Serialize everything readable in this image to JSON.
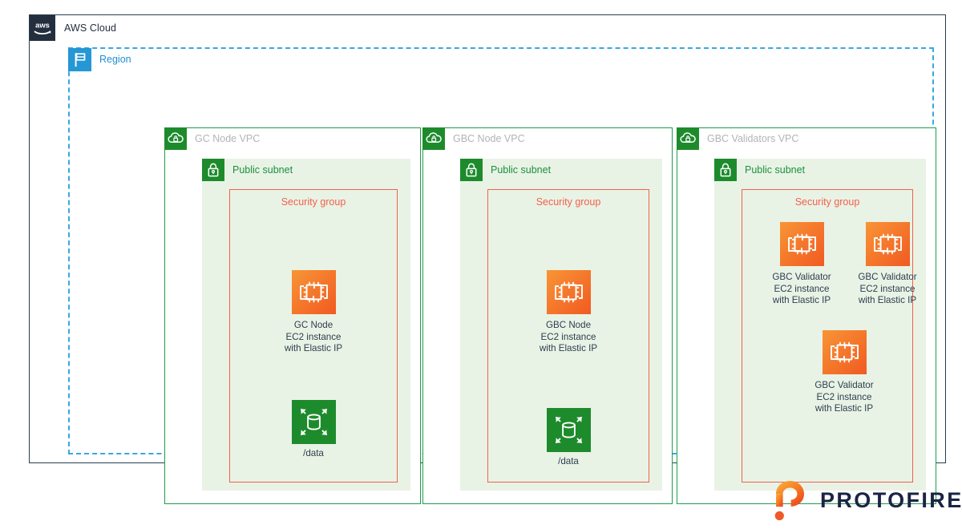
{
  "diagram": {
    "title": "AWS Cloud architecture diagram",
    "colors": {
      "aws_cloud_border": "#263e4f",
      "region_border": "#37a9e0",
      "region_label": "#1f8fd1",
      "vpc_border": "#1d9e4b",
      "vpc_label": "#b3b3b3",
      "subnet_fill": "#e8f3e6",
      "subnet_label": "#1d8f3f",
      "security_group_border": "#f4604a",
      "security_group_label": "#f4604a",
      "ec2_orange": "#f58536",
      "storage_green": "#1d8b2c",
      "node_label": "#2e3d4d",
      "protofire_orange": "#f68b1f",
      "protofire_navy": "#1b2444"
    }
  },
  "cloud": {
    "label": "AWS Cloud",
    "icon": "aws-logo-icon"
  },
  "region": {
    "label": "Region",
    "icon": "region-flag-icon"
  },
  "vpcs": [
    {
      "label": "GC Node VPC",
      "icon": "vpc-cloud-lock-icon",
      "subnet": {
        "label": "Public subnet",
        "icon": "public-subnet-lock-icon",
        "security_group": {
          "label": "Security group",
          "nodes": [
            {
              "icon": "ec2-instance-icon",
              "label": "GC Node\nEC2 instance\nwith Elastic IP"
            },
            {
              "icon": "elastic-block-store-icon",
              "label": "/data"
            }
          ]
        }
      }
    },
    {
      "label": "GBC Node VPC",
      "icon": "vpc-cloud-lock-icon",
      "subnet": {
        "label": "Public subnet",
        "icon": "public-subnet-lock-icon",
        "security_group": {
          "label": "Security group",
          "nodes": [
            {
              "icon": "ec2-instance-icon",
              "label": "GBC Node\nEC2 instance\nwith Elastic IP"
            },
            {
              "icon": "elastic-block-store-icon",
              "label": "/data"
            }
          ]
        }
      }
    },
    {
      "label": "GBC Validators VPC",
      "icon": "vpc-cloud-lock-icon",
      "subnet": {
        "label": "Public subnet",
        "icon": "public-subnet-lock-icon",
        "security_group": {
          "label": "Security group",
          "nodes": [
            {
              "icon": "ec2-instance-icon",
              "label": "GBC Validator\nEC2 instance\nwith Elastic IP"
            },
            {
              "icon": "ec2-instance-icon",
              "label": "GBC Validator\nEC2 instance\nwith Elastic IP"
            },
            {
              "icon": "ec2-instance-icon",
              "label": "GBC Validator\nEC2 instance\nwith Elastic IP"
            }
          ]
        }
      }
    }
  ],
  "branding": {
    "wordmark": "PROTOFIRE",
    "mark_icon": "protofire-logo-icon"
  }
}
